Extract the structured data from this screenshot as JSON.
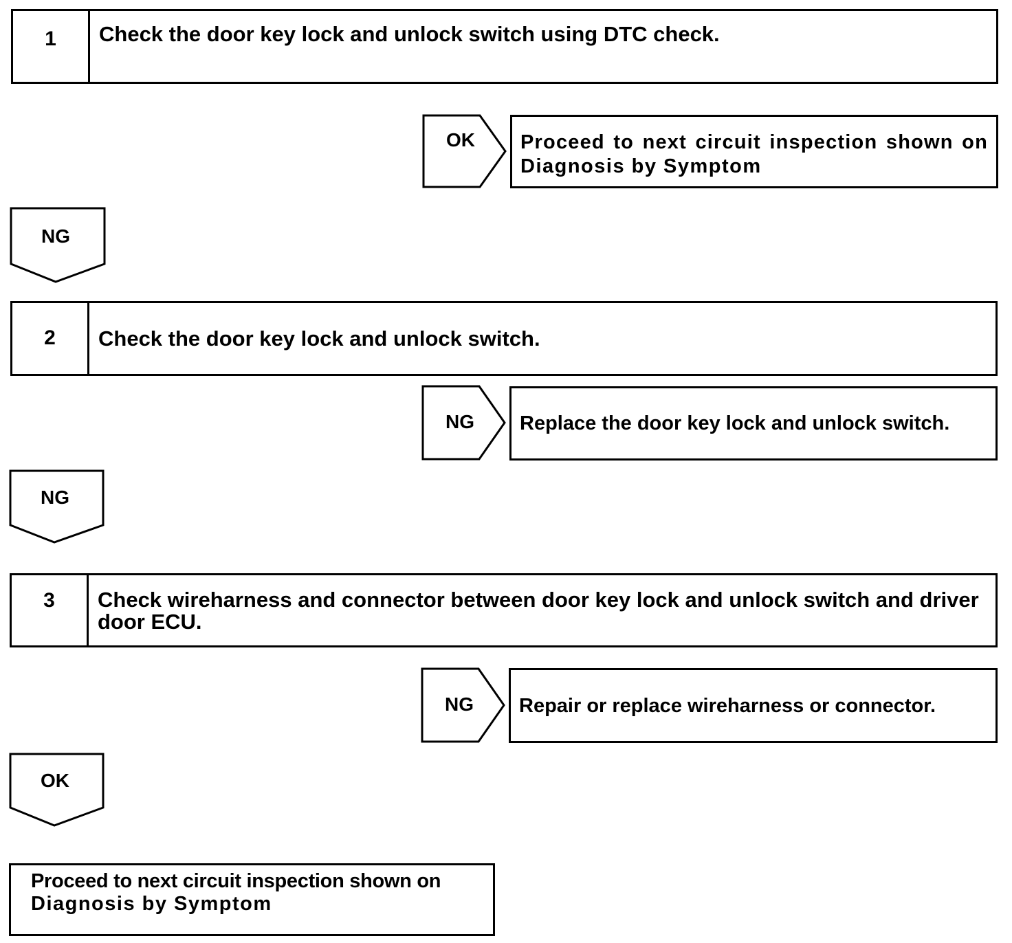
{
  "steps": [
    {
      "number": "1",
      "text": "Check the door key lock and unlock switch using DTC check."
    },
    {
      "number": "2",
      "text": "Check the door key lock and unlock switch."
    },
    {
      "number": "3",
      "text": "Check wireharness and connector between door key lock and unlock switch and driver door ECU."
    }
  ],
  "branches": [
    {
      "label": "OK",
      "result_line1": "Proceed to next circuit inspection shown on",
      "result_line2": "Diagnosis by Symptom"
    },
    {
      "label": "NG",
      "result": "Replace the door key lock and unlock switch."
    },
    {
      "label": "NG",
      "result": "Repair or replace wireharness or connector."
    }
  ],
  "down_arrows": [
    {
      "label": "NG"
    },
    {
      "label": "NG"
    },
    {
      "label": "OK"
    }
  ],
  "final": {
    "line1": "Proceed to next circuit inspection shown on",
    "line2": "Diagnosis by Symptom"
  }
}
